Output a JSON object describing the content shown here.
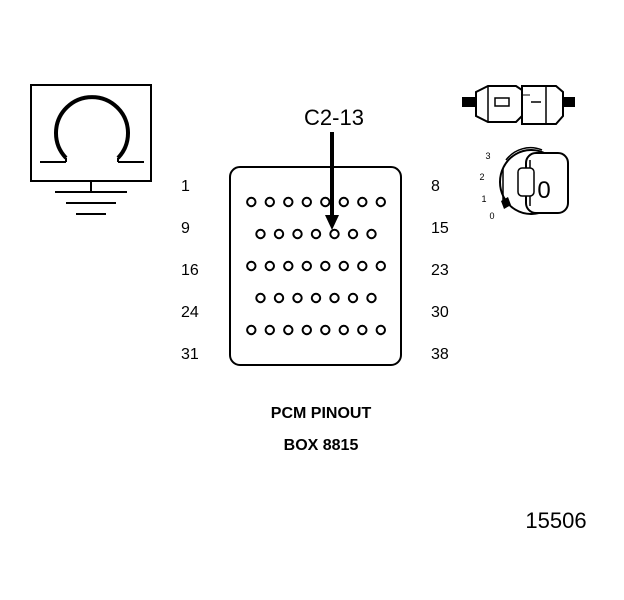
{
  "callout": {
    "label": "C2-13"
  },
  "pin_labels": {
    "left": [
      "1",
      "9",
      "16",
      "24",
      "31"
    ],
    "right": [
      "8",
      "15",
      "23",
      "30",
      "38"
    ]
  },
  "pin_rows": [
    8,
    7,
    8,
    7,
    8
  ],
  "highlighted_pin": {
    "row": 1,
    "index": 4
  },
  "caption": {
    "line1": "PCM PINOUT",
    "line2": "BOX 8815"
  },
  "key_switch": {
    "positions": [
      "3",
      "2",
      "1",
      "0"
    ],
    "key_label": "0"
  },
  "figure_number": "15506",
  "icons": [
    "ground-symbol-icon",
    "connector-plug-icon",
    "ignition-key-icon"
  ]
}
